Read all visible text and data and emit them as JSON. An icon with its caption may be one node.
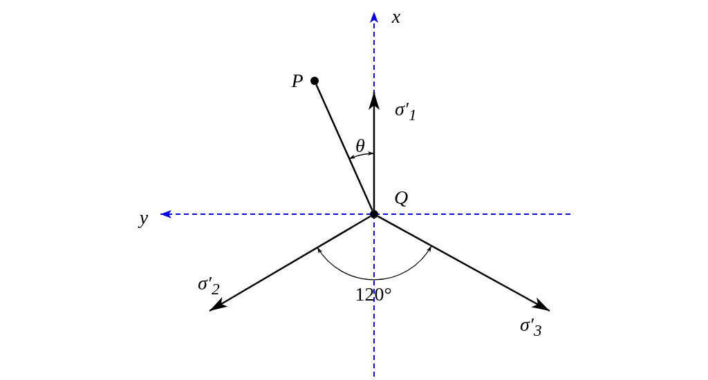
{
  "diagram": {
    "nodes": [
      {
        "text": [],
        "shape": "circle",
        "beside": [
          "P"
        ]
      },
      {
        "text": [],
        "shape": "circle",
        "beside": [
          "Q"
        ]
      },
      {
        "text": [
          "σ′$_{1}$"
        ]
      },
      {
        "text": [
          "σ′$_{2}$"
        ]
      },
      {
        "text": [
          "σ′$_{3}$"
        ]
      }
    ],
    "edges": [
      {
        "from": 0,
        "to": 1,
        "arrow": "none"
      },
      {
        "from": 1,
        "to": 2,
        "arrow": "to"
      },
      {
        "from": 1,
        "to": 3,
        "arrow": "to"
      },
      {
        "from": 1,
        "to": 4,
        "arrow": "to"
      }
    ],
    "labels": [
      "x",
      "θ",
      "y",
      "120°"
    ]
  }
}
